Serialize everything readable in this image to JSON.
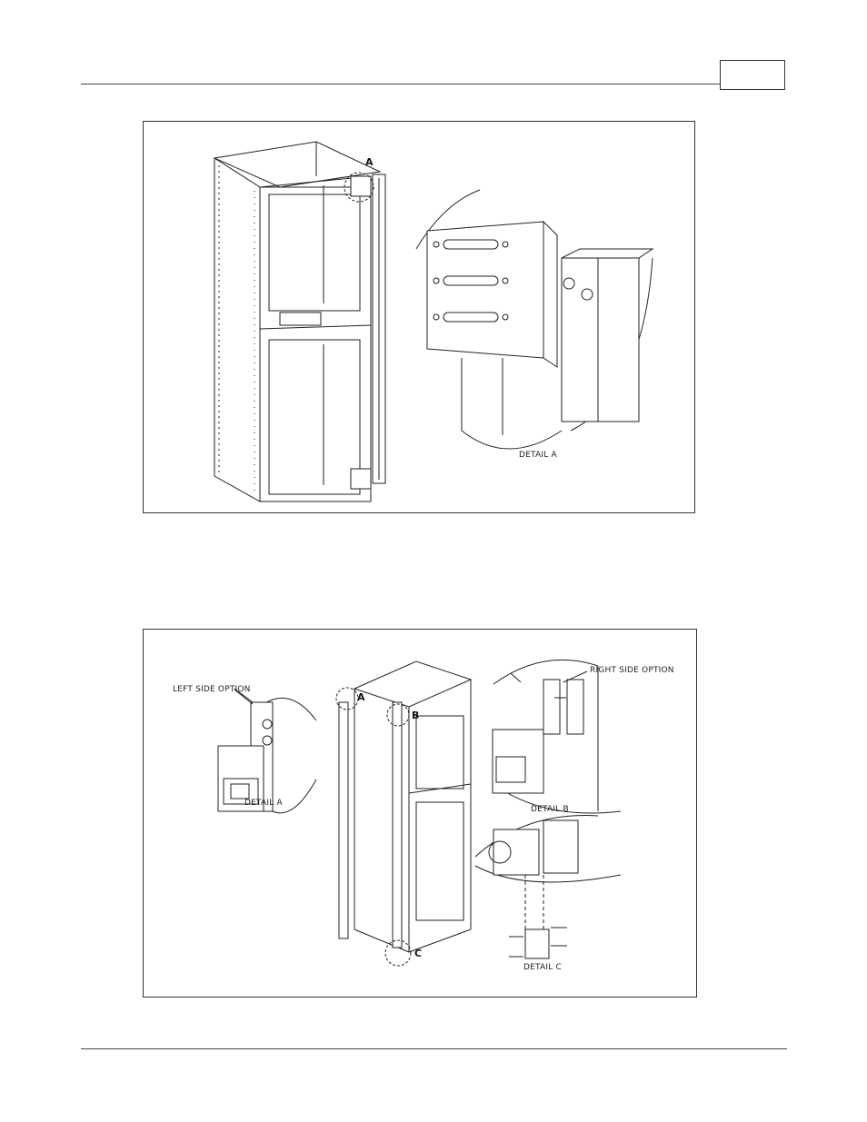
{
  "figure1": {
    "callout_a": "A",
    "detail_a_caption": "DETAIL A"
  },
  "figure2": {
    "left_side_option": "LEFT SIDE OPTION",
    "right_side_option": "RIGHT SIDE OPTION",
    "callout_a": "A",
    "callout_b": "B",
    "callout_c": "C",
    "detail_a_caption": "DETAIL A",
    "detail_b_caption": "DETAIL B",
    "detail_c_caption": "DETAIL C"
  }
}
